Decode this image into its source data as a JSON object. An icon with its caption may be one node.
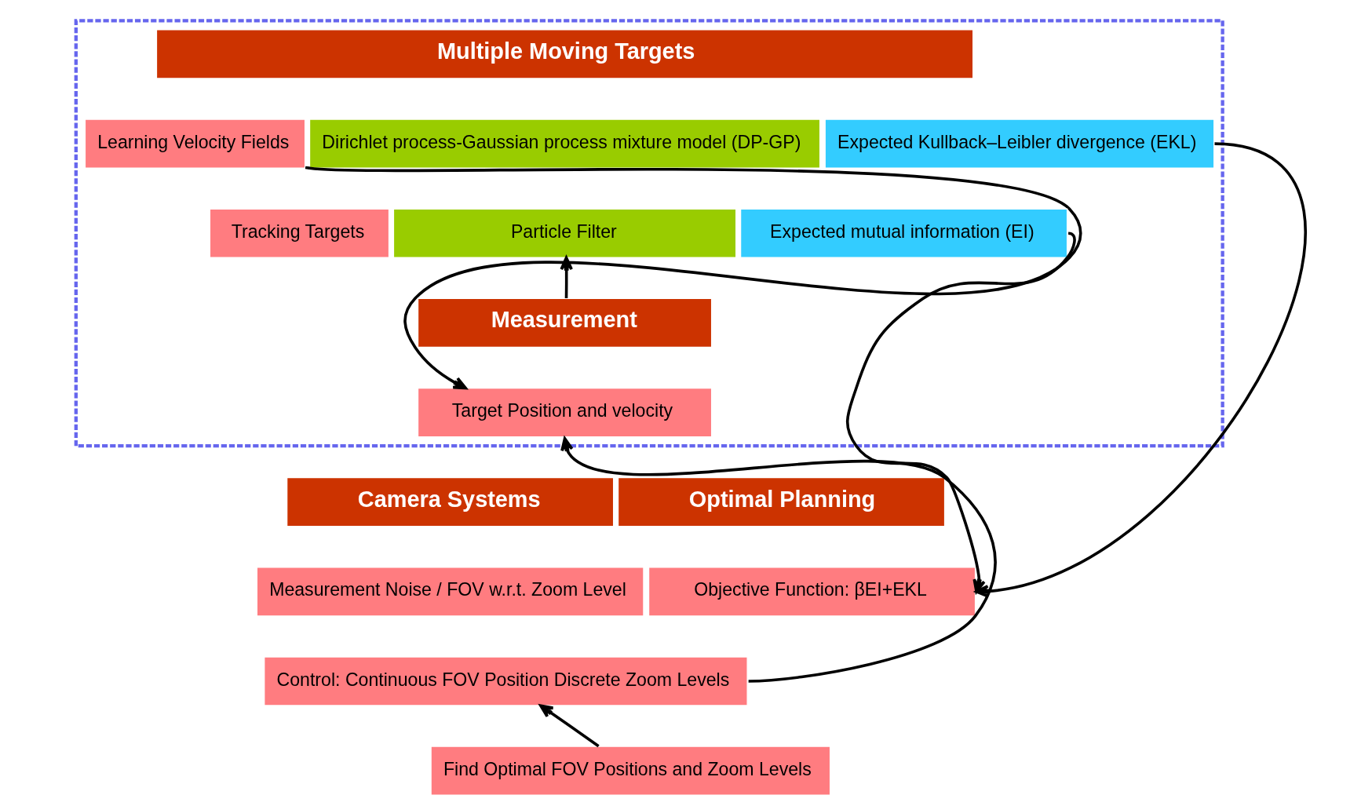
{
  "diagram": {
    "nodes": [
      {
        "text": [],
        "shape": "box"
      },
      {
        "text": [
          "Multiple Moving Targets"
        ],
        "in": 0
      },
      {
        "text": [
          "Learning Velocity Fields"
        ],
        "in": 0
      },
      {
        "text": [
          "Dirichlet process-Gaussian process mixture model (DP-GP)"
        ],
        "in": 0
      },
      {
        "text": [
          "Expected Kullback–Leibler divergence (EKL)"
        ],
        "in": 0
      },
      {
        "text": [
          "Tracking Targets"
        ],
        "in": 0
      },
      {
        "text": [
          "Particle Filter"
        ],
        "in": 0
      },
      {
        "text": [
          "Expected mutual information (EI)"
        ],
        "in": 0
      },
      {
        "text": [
          "Measurement"
        ],
        "in": 0
      },
      {
        "text": [
          "Target Position and velocity"
        ],
        "in": 0
      },
      {
        "text": [
          "Camera Systems"
        ]
      },
      {
        "text": [
          "Measurement Noise / FOV w.r.t. Zoom Level"
        ]
      },
      {
        "text": [
          "Control: Continuous FOV Position Discrete Zoom Levels"
        ]
      },
      {
        "text": [
          "Optimal Planning"
        ]
      },
      {
        "text": [
          "Objective Function: βEI+EKL"
        ]
      },
      {
        "text": [
          "Find Optimal FOV Positions and Zoom Levels"
        ]
      }
    ],
    "edges": [
      {
        "from": 2,
        "to": 9,
        "arrow": "to"
      },
      {
        "from": 8,
        "to": 6,
        "arrow": "to"
      },
      {
        "from": 4,
        "to": 14,
        "arrow": "to"
      },
      {
        "from": 7,
        "to": 14,
        "arrow": "to"
      },
      {
        "from": 12,
        "to": 9,
        "arrow": "to"
      },
      {
        "from": 15,
        "to": 12,
        "arrow": "to"
      }
    ]
  }
}
